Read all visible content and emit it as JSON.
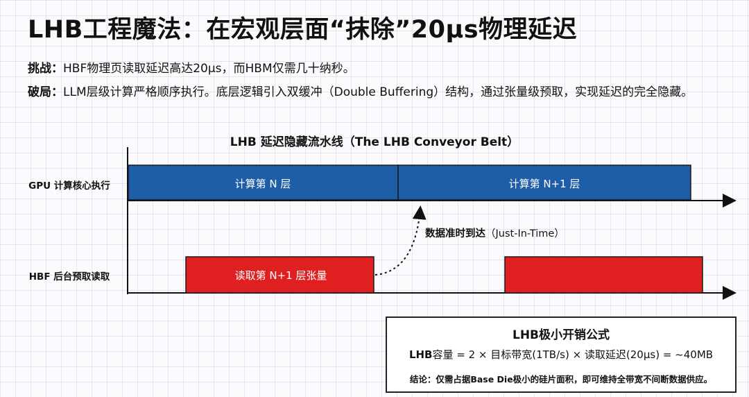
{
  "title": "LHB工程魔法：在宏观层面“抹除”20μs物理延迟",
  "challenge": {
    "label": "挑战：",
    "text": "HBF物理页读取延迟高达20μs，而HBM仅需几十纳秒。"
  },
  "breakthrough": {
    "label": "破局：",
    "text": "LLM层级计算严格顺序执行。底层逻辑引入双缓冲（Double Buffering）结构，通过张量级预取，实现延迟的完全隐藏。"
  },
  "diagram": {
    "title": "LHB 延迟隐藏流水线（The LHB Conveyor Belt）",
    "lanes": [
      {
        "label": "GPU 计算核心执行",
        "color": "#1e5ea8"
      },
      {
        "label": "HBF 后台预取读取",
        "color": "#e02020"
      }
    ],
    "gpu_blocks": [
      "计算第 N 层",
      "计算第 N+1 层"
    ],
    "hbf_blocks": [
      "读取第 N+1 层张量",
      ""
    ],
    "arrow_label": "数据准时到达",
    "arrow_label_suffix": "（Just-In-Time）"
  },
  "formula": {
    "title": "LHB极小开销公式",
    "lhs": "LHB",
    "rhs": "容量 = 2 × 目标带宽(1TB/s) × 读取延迟(20μs) = ~40MB",
    "note": "结论：仅需占据Base Die极小的硅片面积，即可维持全带宽不间断数据供应。"
  }
}
